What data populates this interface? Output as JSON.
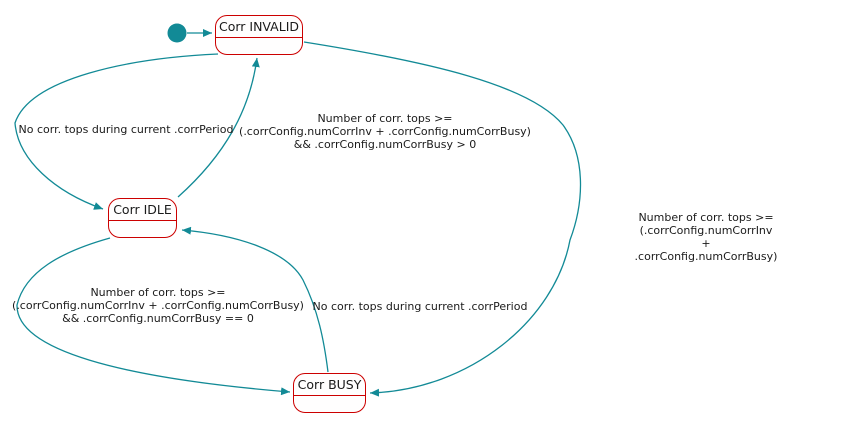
{
  "diagram": {
    "kind": "state-machine",
    "colors": {
      "state_border": "#cc0000",
      "state_fill": "#fffefe",
      "transition_line": "#128a96",
      "initial_marker": "#128a96",
      "text": "#1a1a1a",
      "background": "#ffffff"
    },
    "initial": {
      "marker": "filled-circle"
    },
    "states": [
      {
        "id": "corr-invalid",
        "label": "Corr INVALID"
      },
      {
        "id": "corr-idle",
        "label": "Corr IDLE"
      },
      {
        "id": "corr-busy",
        "label": "Corr BUSY"
      }
    ],
    "transitions": [
      {
        "from": "initial",
        "to": "Corr INVALID",
        "label": ""
      },
      {
        "from": "Corr INVALID",
        "to": "Corr IDLE",
        "label": "No corr. tops during current .corrPeriod"
      },
      {
        "from": "Corr IDLE",
        "to": "Corr INVALID",
        "label": "Number of corr. tops >=\n(.corrConfig.numCorrInv + .corrConfig.numCorrBusy)\n&& .corrConfig.numCorrBusy > 0"
      },
      {
        "from": "Corr INVALID",
        "to": "Corr BUSY",
        "label": "Number of corr. tops >=\n(.corrConfig.numCorrInv + .corrConfig.numCorrBusy)"
      },
      {
        "from": "Corr IDLE",
        "to": "Corr BUSY",
        "label": "Number of corr. tops >=\n(.corrConfig.numCorrInv + .corrConfig.numCorrBusy)\n&& .corrConfig.numCorrBusy == 0"
      },
      {
        "from": "Corr BUSY",
        "to": "Corr IDLE",
        "label": "No corr. tops during current .corrPeriod"
      }
    ]
  }
}
